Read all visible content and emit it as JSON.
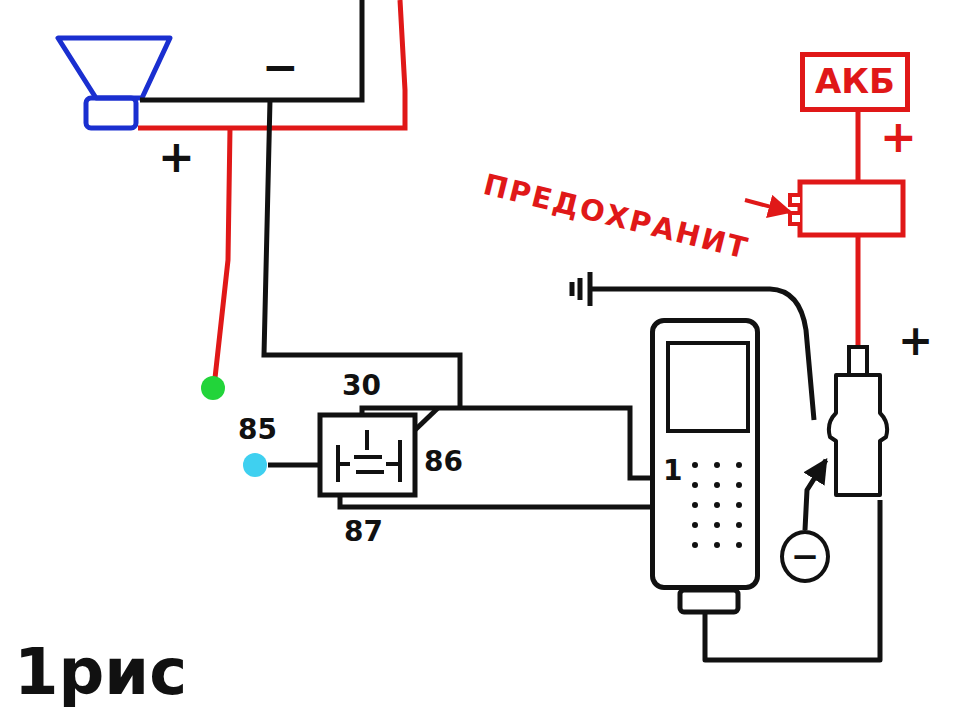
{
  "diagram": {
    "nodes": [
      {
        "text": [
          "АКБ"
        ]
      },
      {
        "text": [
          "1"
        ]
      },
      {
        "text": [
          "+"
        ]
      },
      {
        "text": [
          "−"
        ]
      }
    ],
    "edges": [
      {
        "from": 0,
        "to": 2,
        "arrow": "none"
      },
      {
        "from": 1,
        "to": 2,
        "arrow": "none"
      },
      {
        "from": 3,
        "to": 2,
        "arrow": "to"
      }
    ],
    "labels": [
      "−",
      "+",
      "30",
      "85",
      "86",
      "87",
      "ПРЕДОХРАНИТ",
      "+",
      "1рис"
    ]
  }
}
